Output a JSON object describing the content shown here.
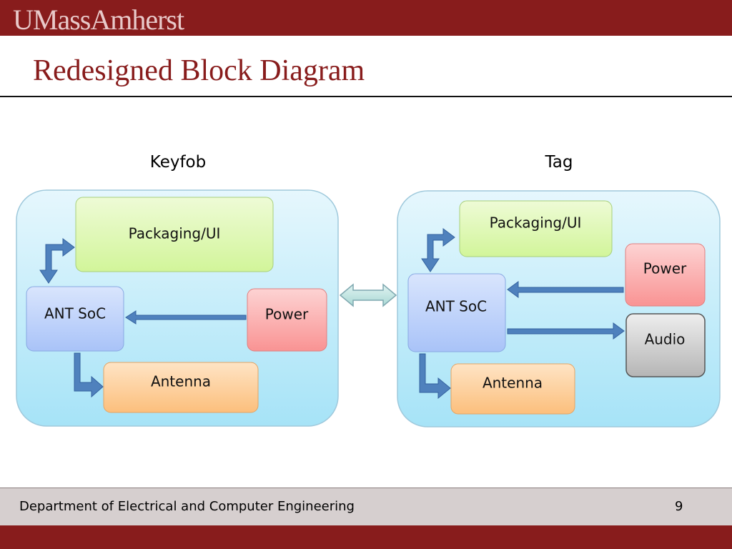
{
  "header": {
    "logo": "UMassAmherst",
    "title": "Redesigned Block Diagram"
  },
  "diagram": {
    "keyfob": {
      "label": "Keyfob",
      "blocks": {
        "packaging_ui": "Packaging/UI",
        "ant_soc": "ANT SoC",
        "power": "Power",
        "antenna": "Antenna"
      }
    },
    "tag": {
      "label": "Tag",
      "blocks": {
        "packaging_ui": "Packaging/UI",
        "ant_soc": "ANT SoC",
        "power": "Power",
        "audio": "Audio",
        "antenna": "Antenna"
      }
    },
    "colors": {
      "group_fill_top": "#e6f7fd",
      "group_fill_bottom": "#a6e3f7",
      "packaging_fill": "#dbf7a8",
      "soc_fill": "#bdd1fb",
      "power_fill": "#fba6a6",
      "antenna_fill": "#fdcc93",
      "audio_fill": "#c4c4c4",
      "arrow_fill": "#4f81bd"
    }
  },
  "footer": {
    "department": "Department of Electrical and Computer Engineering",
    "page_number": "9"
  }
}
